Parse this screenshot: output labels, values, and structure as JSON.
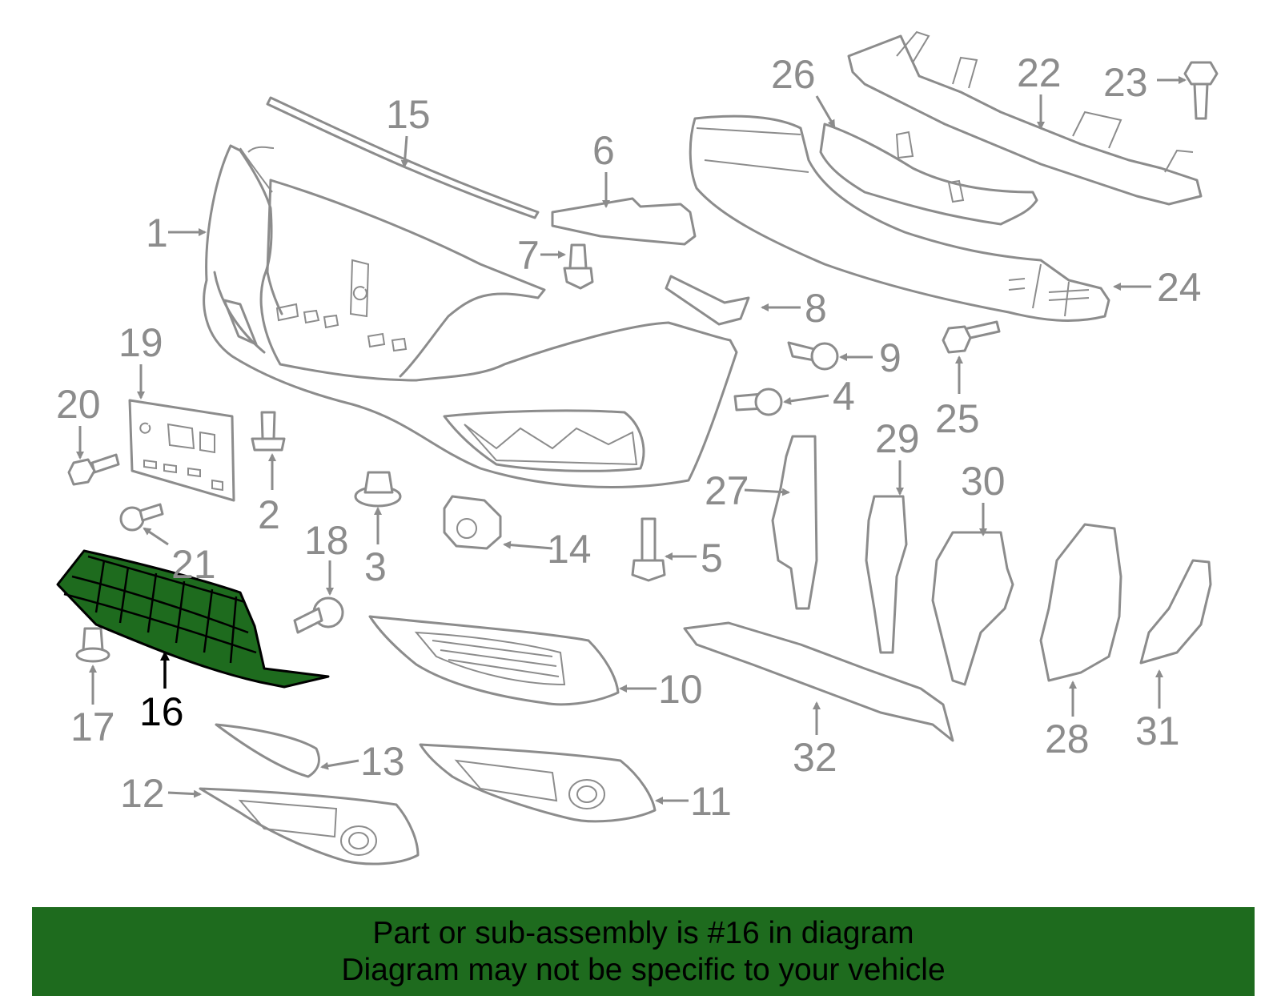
{
  "diagram": {
    "highlighted_part": "16",
    "callouts": [
      "1",
      "2",
      "3",
      "4",
      "5",
      "6",
      "7",
      "8",
      "9",
      "10",
      "11",
      "12",
      "13",
      "14",
      "15",
      "16",
      "17",
      "18",
      "19",
      "20",
      "21",
      "22",
      "23",
      "24",
      "25",
      "26",
      "27",
      "28",
      "29",
      "30",
      "31",
      "32"
    ]
  },
  "banner": {
    "line1": "Part or sub-assembly is #16 in diagram",
    "line2": "Diagram may not be specific to your vehicle"
  },
  "colors": {
    "line_art": "#8c8c8c",
    "highlight": "#1e6b1e",
    "banner_bg": "#1e6b1e",
    "text": "#000000"
  }
}
